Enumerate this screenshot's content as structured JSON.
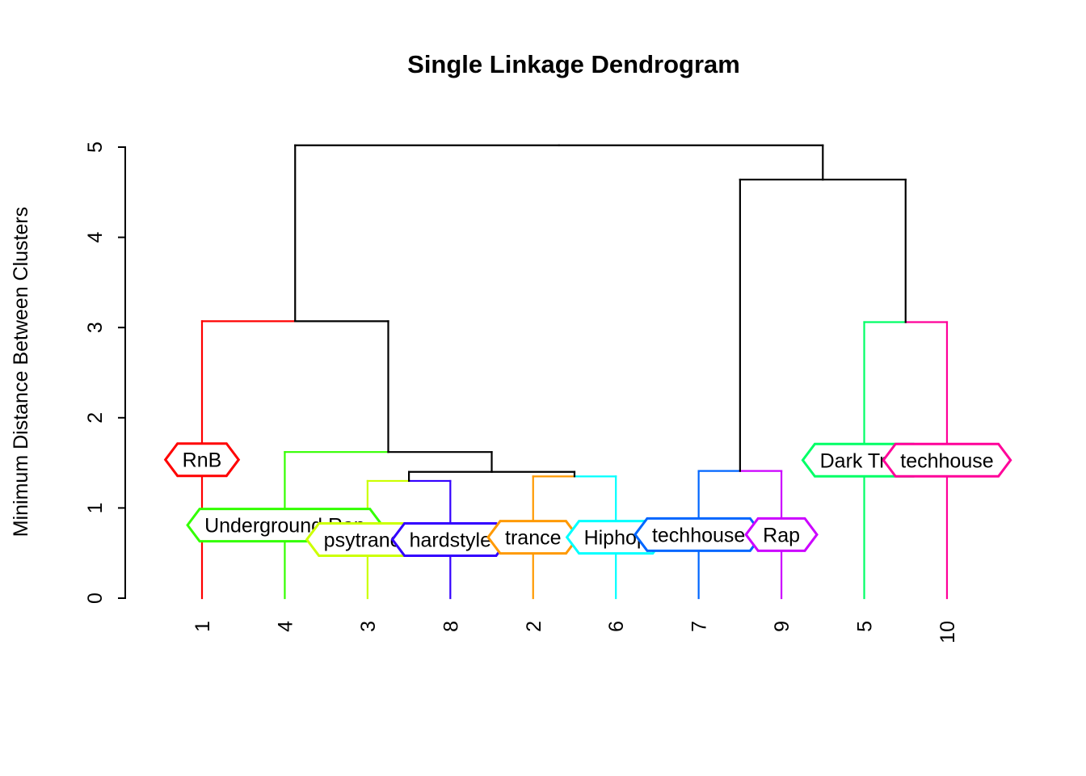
{
  "chart_data": {
    "type": "dendrogram",
    "title": "Single Linkage Dendrogram",
    "ylabel": "Minimum Distance Between Clusters",
    "ylim": [
      0,
      5
    ],
    "yticks": [
      0,
      1,
      2,
      3,
      4,
      5
    ],
    "leaf_order": [
      "1",
      "4",
      "3",
      "8",
      "2",
      "6",
      "7",
      "9",
      "5",
      "10"
    ],
    "leaves": {
      "1": {
        "genre": "RnB",
        "color": "#FF0000"
      },
      "2": {
        "genre": "trance",
        "color": "#FF9900"
      },
      "3": {
        "genre": "psytrance",
        "color": "#CCFF00"
      },
      "4": {
        "genre": "Underground Rap",
        "color": "#33FF00"
      },
      "5": {
        "genre": "Dark Trap",
        "color": "#00FF66"
      },
      "6": {
        "genre": "Hiphop",
        "color": "#00FFFF"
      },
      "7": {
        "genre": "techhouse",
        "color": "#0066FF"
      },
      "8": {
        "genre": "hardstyle",
        "color": "#3300FF"
      },
      "9": {
        "genre": "Rap",
        "color": "#CC00FF"
      },
      "10": {
        "genre": "techhouse",
        "color": "#FF0099"
      }
    },
    "merges": [
      {
        "id": "m1",
        "children": [
          "3",
          "8"
        ],
        "height": 1.3
      },
      {
        "id": "m2",
        "children": [
          "2",
          "6"
        ],
        "height": 1.35
      },
      {
        "id": "m3",
        "children": [
          "7",
          "9"
        ],
        "height": 1.41
      },
      {
        "id": "m4",
        "children": [
          "m1",
          "m2"
        ],
        "height": 1.4
      },
      {
        "id": "m5",
        "children": [
          "4",
          "m4"
        ],
        "height": 1.62
      },
      {
        "id": "m6",
        "children": [
          "5",
          "10"
        ],
        "height": 3.06
      },
      {
        "id": "m7",
        "children": [
          "1",
          "m5"
        ],
        "height": 3.07
      },
      {
        "id": "m8",
        "children": [
          "m3",
          "m6"
        ],
        "height": 4.64
      },
      {
        "id": "m9",
        "children": [
          "m7",
          "m8"
        ],
        "height": 5.02
      }
    ],
    "internal_branch_color": "#000000",
    "axis_color": "#000000"
  }
}
